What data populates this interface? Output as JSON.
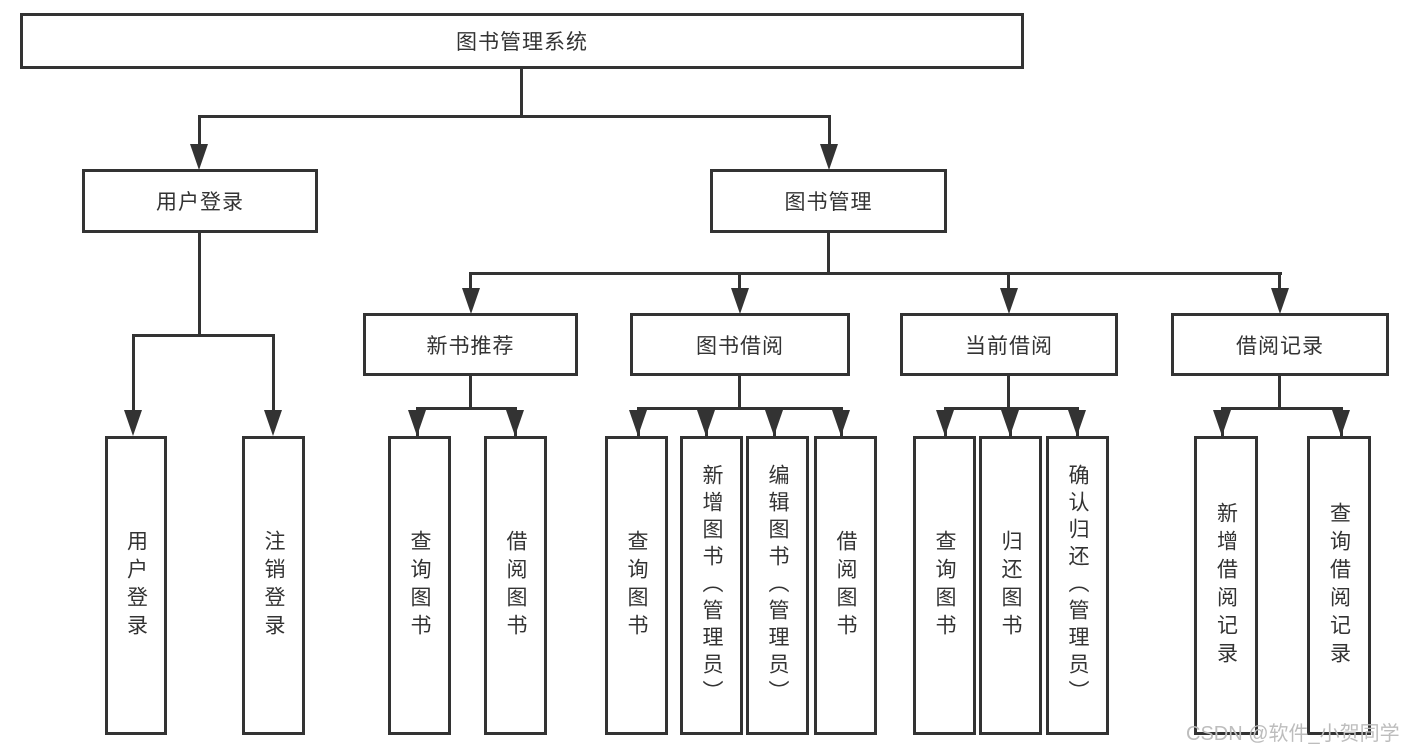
{
  "tree": {
    "label": "图书管理系统",
    "children": [
      {
        "label": "用户登录",
        "children": [
          {
            "label": "用户登录"
          },
          {
            "label": "注销登录"
          }
        ]
      },
      {
        "label": "图书管理",
        "children": [
          {
            "label": "新书推荐",
            "children": [
              {
                "label": "查询图书"
              },
              {
                "label": "借阅图书"
              }
            ]
          },
          {
            "label": "图书借阅",
            "children": [
              {
                "label": "查询图书"
              },
              {
                "label": "新增图书（管理员）"
              },
              {
                "label": "编辑图书（管理员）"
              },
              {
                "label": "借阅图书"
              }
            ]
          },
          {
            "label": "当前借阅",
            "children": [
              {
                "label": "查询图书"
              },
              {
                "label": "归还图书"
              },
              {
                "label": "确认归还（管理员）"
              }
            ]
          },
          {
            "label": "借阅记录",
            "children": [
              {
                "label": "新增借阅记录"
              },
              {
                "label": "查询借阅记录"
              }
            ]
          }
        ]
      }
    ]
  },
  "watermark": "CSDN @软件_小贺同学",
  "colors": {
    "line": "#333333",
    "box_background": "#ffffff",
    "watermark": "#bdbdbd"
  }
}
